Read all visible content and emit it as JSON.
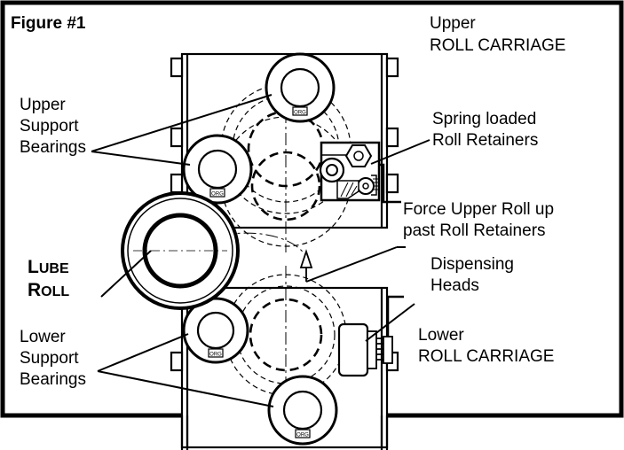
{
  "figure": {
    "title": "Figure #1",
    "labels": {
      "upper_carriage_1": "Upper",
      "upper_carriage_2": "ROLL CARRIAGE",
      "upper_support_1": "Upper",
      "upper_support_2": "Support",
      "upper_support_3": "Bearings",
      "spring_loaded_1": "Spring loaded",
      "spring_loaded_2": "Roll Retainers",
      "force_upper_1": "Force Upper Roll up",
      "force_upper_2": "past Roll Retainers",
      "lube_1_big": "L",
      "lube_1_small": "UBE",
      "lube_2_big": "R",
      "lube_2_small": "OLL",
      "dispensing_1": "Dispensing",
      "dispensing_2": "Heads",
      "lower_carriage_1": "Lower",
      "lower_carriage_2": "ROLL CARRIAGE",
      "lower_support_1": "Lower",
      "lower_support_2": "Support",
      "lower_support_3": "Bearings"
    }
  }
}
